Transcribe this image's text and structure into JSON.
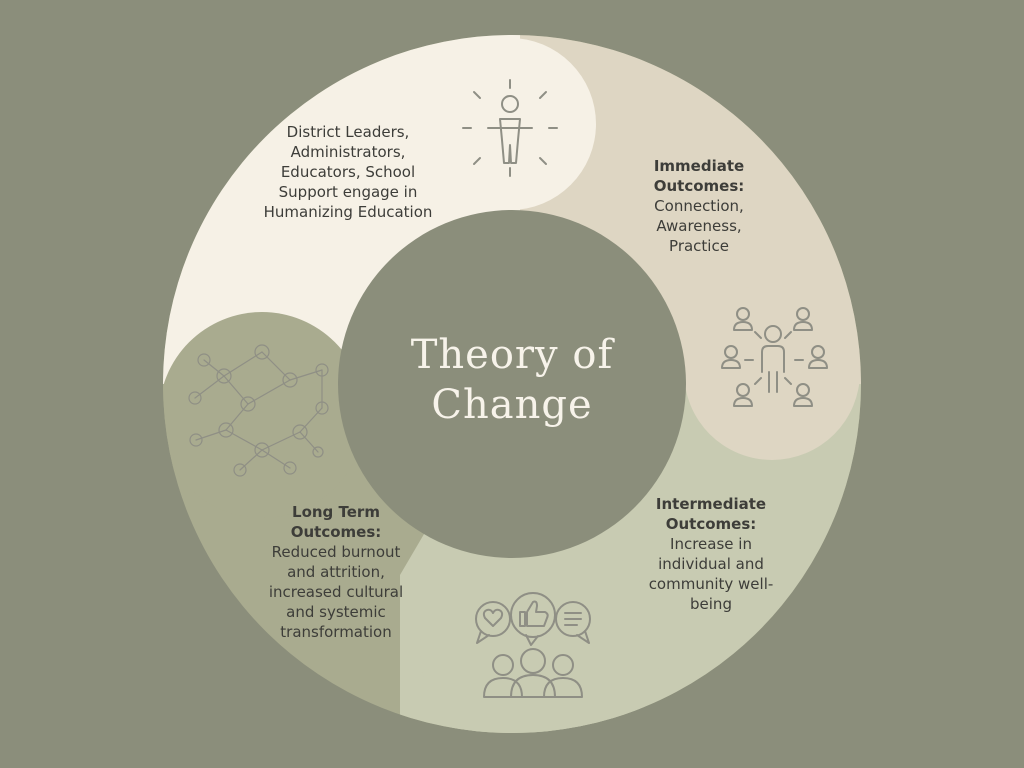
{
  "title": {
    "line1": "Theory of",
    "line2": "Change"
  },
  "segments": {
    "participants": {
      "text_lines": [
        "District Leaders,",
        "Administrators,",
        "Educators, School",
        "Support engage in",
        "Humanizing Education"
      ],
      "icon": "person-radiating-icon",
      "color": "#f6f1e6"
    },
    "immediate": {
      "heading_lines": [
        "Immediate",
        "Outcomes:"
      ],
      "text_lines": [
        "Connection,",
        "Awareness,",
        "Practice"
      ],
      "icon": "person-connected-to-group-icon",
      "color": "#ded6c3"
    },
    "intermediate": {
      "heading_lines": [
        "Intermediate",
        "Outcomes:"
      ],
      "text_lines": [
        "Increase in",
        "individual and",
        "community well-",
        "being"
      ],
      "icon": "community-feedback-icon",
      "color": "#c8cbb2"
    },
    "long_term": {
      "heading_lines": [
        "Long Term",
        "Outcomes:"
      ],
      "text_lines": [
        "Reduced burnout",
        "and attrition,",
        "increased cultural",
        "and systemic",
        "transformation"
      ],
      "icon": "network-of-people-icon",
      "color": "#a9ab8f"
    }
  },
  "colors": {
    "background": "#8b8e7b",
    "center": "#8b8e7b",
    "text": "#3d3d39",
    "title": "#f7f3ea"
  }
}
